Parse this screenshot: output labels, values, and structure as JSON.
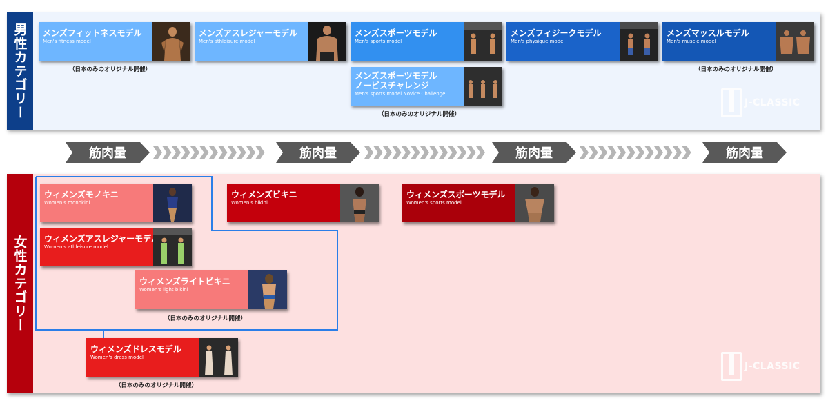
{
  "male": {
    "label": "男性カテゴリー",
    "cards": [
      {
        "jp": "メンズフィットネスモデル",
        "en": "Men's fitness model"
      },
      {
        "jp": "メンズアスレジャーモデル",
        "en": "Men's athleisure model"
      },
      {
        "jp": "メンズスポーツモデル",
        "en": "Men's sports model"
      },
      {
        "jp": "メンズフィジークモデル",
        "en": "Men's physique model"
      },
      {
        "jp": "メンズマッスルモデル",
        "en": "Men's muscle model"
      },
      {
        "jp": "メンズスポーツモデル",
        "jp2": "ノービスチャレンジ",
        "en": "Men's sports model Novice Challenge"
      }
    ],
    "notes": [
      "（日本のみのオリジナル開催）",
      "（日本のみのオリジナル開催）",
      "（日本のみのオリジナル開催）"
    ]
  },
  "female": {
    "label": "女性カテゴリー",
    "cards": [
      {
        "jp": "ウィメンズモノキニ",
        "en": "Women's monokini"
      },
      {
        "jp": "ウィメンズビキニ",
        "en": "Women's bikini"
      },
      {
        "jp": "ウィメンズスポーツモデル",
        "en": "Women's sports model"
      },
      {
        "jp": "ウィメンズアスレジャーモデル",
        "en": "Women's athleisure model"
      },
      {
        "jp": "ウィメンズライトビキニ",
        "en": "Women's light bikini"
      },
      {
        "jp": "ウィメンズドレスモデル",
        "en": "Women's dress model"
      }
    ],
    "notes": [
      "（日本のみのオリジナル開催）",
      "（日本のみのオリジナル開催）"
    ]
  },
  "scale": {
    "label": "筋肉量"
  },
  "logo": {
    "text": "J-CLASSIC"
  },
  "colors": {
    "male_bg": "#eef4fd",
    "male_side": "#0d3f8a",
    "female_bg": "#fde0e0",
    "female_side": "#b5000c",
    "light_blue": "#6eb6ff",
    "mid_blue": "#3290f0",
    "dark_blue": "#1a63c9",
    "pink": "#f77a7a",
    "red": "#e81d1d",
    "crimson": "#c4000c",
    "dark_crimson": "#aa000a",
    "group_border": "#2a7ee8"
  }
}
